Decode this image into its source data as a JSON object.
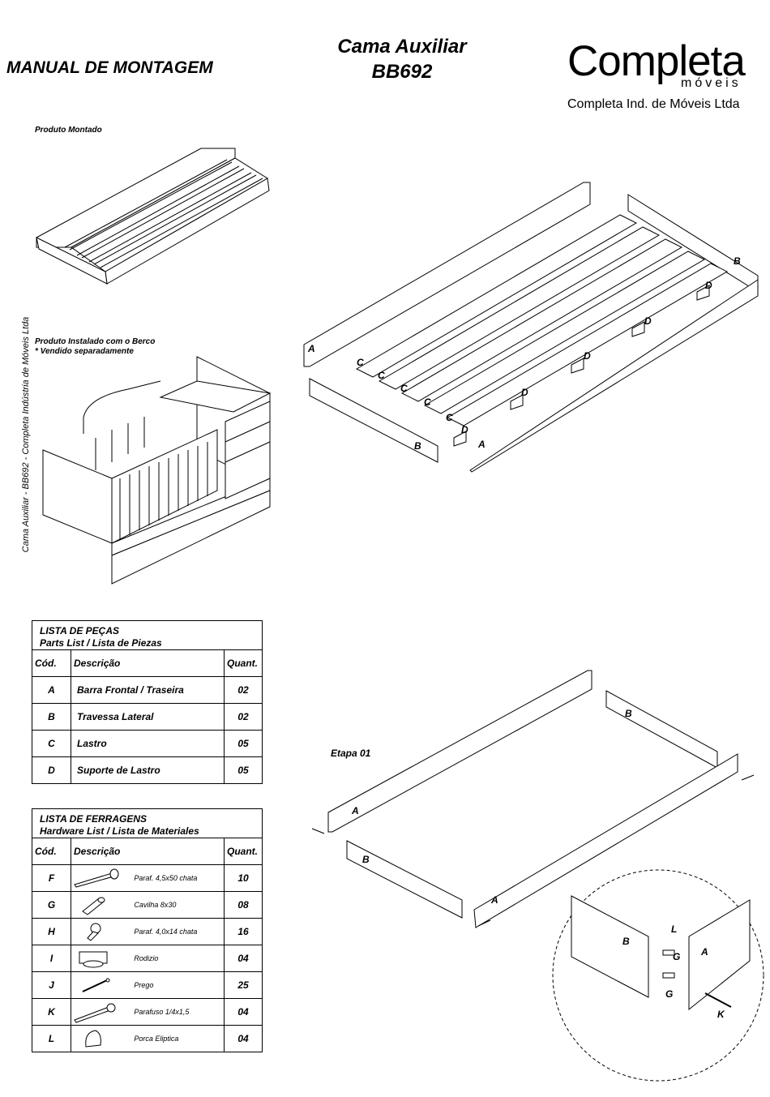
{
  "header": {
    "manual_title": "MANUAL DE MONTAGEM",
    "product_line1": "Cama Auxiliar",
    "product_line2": "BB692",
    "brand_name": "Completa",
    "brand_sub": "móveis",
    "brand_company": "Completa Ind. de Móveis Ltda"
  },
  "labels": {
    "assembled": "Produto Montado",
    "installed_line1": "Produto Instalado com o Berco",
    "installed_line2": "* Vendido separadamente",
    "vertical_credit": "Cama Auxiliar - BB692 - Completa Indústria de Móveis Ltda",
    "step": "Etapa 01"
  },
  "parts_list": {
    "title": "LISTA DE PEÇAS",
    "subtitle": "Parts List / Lista de Piezas",
    "col_code": "Cód.",
    "col_desc": "Descrição",
    "col_qty": "Quant.",
    "rows": [
      {
        "code": "A",
        "desc": "Barra Frontal / Traseira",
        "qty": "02"
      },
      {
        "code": "B",
        "desc": "Travessa Lateral",
        "qty": "02"
      },
      {
        "code": "C",
        "desc": "Lastro",
        "qty": "05"
      },
      {
        "code": "D",
        "desc": "Suporte de Lastro",
        "qty": "05"
      }
    ]
  },
  "hardware_list": {
    "title": "LISTA DE FERRAGENS",
    "subtitle": "Hardware List / Lista de Materiales",
    "col_code": "Cód.",
    "col_desc": "Descrição",
    "col_qty": "Quant.",
    "rows": [
      {
        "code": "F",
        "icon": "screw-icon",
        "desc": "Paraf. 4,5x50 chata",
        "qty": "10"
      },
      {
        "code": "G",
        "icon": "dowel-icon",
        "desc": "Cavilha 8x30",
        "qty": "08"
      },
      {
        "code": "H",
        "icon": "short-screw-icon",
        "desc": "Paraf. 4,0x14 chata",
        "qty": "16"
      },
      {
        "code": "I",
        "icon": "caster-icon",
        "desc": "Rodizio",
        "qty": "04"
      },
      {
        "code": "J",
        "icon": "nail-icon",
        "desc": "Prego",
        "qty": "25"
      },
      {
        "code": "K",
        "icon": "bolt-icon",
        "desc": "Parafuso 1/4x1,5",
        "qty": "04"
      },
      {
        "code": "L",
        "icon": "elliptical-nut-icon",
        "desc": "Porca Eliptica",
        "qty": "04"
      }
    ]
  },
  "diagram_labels": {
    "A": "A",
    "B": "B",
    "C": "C",
    "D": "D",
    "G": "G",
    "K": "K",
    "L": "L"
  }
}
